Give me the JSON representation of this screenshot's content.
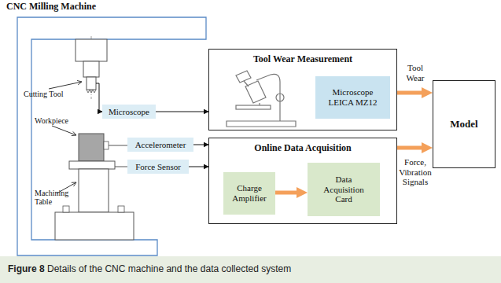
{
  "diagram": {
    "caption": "Figure 8 Details of the CNC machine and the data collected system",
    "nodes": [
      {
        "text": [
          "CNC Milling Machine"
        ]
      },
      {
        "text": [
          "Microscope"
        ],
        "in": 0
      },
      {
        "text": [
          "Accelerometer"
        ],
        "in": 0
      },
      {
        "text": [
          "Force Sensor"
        ],
        "in": 0
      },
      {
        "text": [
          "Tool Wear Measurement"
        ]
      },
      {
        "text": [
          "Microscope LEICA MZ12"
        ],
        "in": 4
      },
      {
        "text": [
          "Online Data Acquisition"
        ]
      },
      {
        "text": [
          "Charge Amplifier"
        ],
        "in": 6
      },
      {
        "text": [
          "Data Acquisition Card"
        ],
        "in": 6
      },
      {
        "text": [
          "Model"
        ]
      }
    ],
    "edges": [
      {
        "from": 1,
        "to": 4,
        "arrow": "to"
      },
      {
        "from": 2,
        "to": 6,
        "arrow": "to"
      },
      {
        "from": 3,
        "to": 6,
        "arrow": "to"
      },
      {
        "from": 7,
        "to": 8,
        "arrow": "to"
      },
      {
        "from": 4,
        "to": 9,
        "label": "Tool Wear",
        "arrow": "to"
      },
      {
        "from": 6,
        "to": 9,
        "label": "Force, Vibration Signals",
        "arrow": "to"
      }
    ],
    "labels": [
      "Cutting Tool",
      "Workpiece",
      "Machining Table"
    ]
  }
}
